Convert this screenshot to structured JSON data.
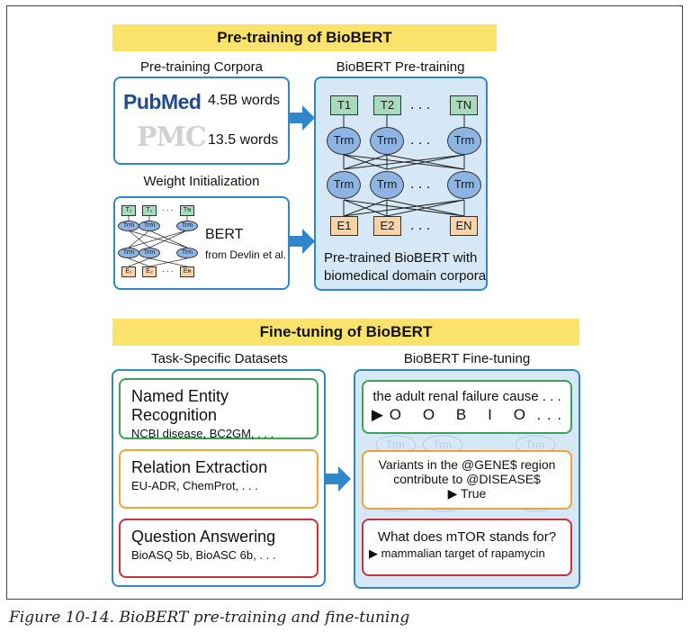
{
  "pretraining": {
    "banner": "Pre-training of BioBERT",
    "corpora_label": "Pre-training Corpora",
    "pubmed_logo_text": "PubMed",
    "pubmed_words": "4.5B words",
    "pmc_logo_text": "PMC",
    "pmc_words": "13.5 words",
    "weight_init_label": "Weight Initialization",
    "bert_label": "BERT",
    "bert_source": "from Devlin et al.",
    "biobert_label": "BioBERT Pre-training",
    "tokens_top": [
      "T1",
      "T2",
      "TN"
    ],
    "trm": "Trm",
    "tokens_bottom": [
      "E1",
      "E2",
      "EN"
    ],
    "ellipsis": ". . .",
    "pretrained_caption_1": "Pre-trained BioBERT with",
    "pretrained_caption_2": "biomedical domain corpora"
  },
  "finetuning": {
    "banner": "Fine-tuning of BioBERT",
    "datasets_label": "Task-Specific Datasets",
    "biobert_ft_label": "BioBERT Fine-tuning",
    "tasks": [
      {
        "title": "Named Entity Recognition",
        "datasets": "NCBI disease, BC2GM, . . ."
      },
      {
        "title": "Relation Extraction",
        "datasets": "EU-ADR, ChemProt, . . ."
      },
      {
        "title": "Question Answering",
        "datasets": "BioASQ 5b, BioASC 6b, . . ."
      }
    ],
    "ner_sentence": "the adult renal failure cause . . .",
    "ner_tags": "▶ O    O    B    I    O  . . .",
    "re_line1": "Variants in the @GENE$ region",
    "re_line2": "contribute to @DISEASE$",
    "re_result": "▶ True",
    "qa_question": "What does mTOR stands for?",
    "qa_answer": "▶ mammalian target of rapamycin",
    "colors": {
      "ner": "#3aa35a",
      "re": "#f0a13a",
      "qa": "#c8323a"
    }
  },
  "caption": "Figure 10-14. BioBERT pre-training and fine-tuning"
}
